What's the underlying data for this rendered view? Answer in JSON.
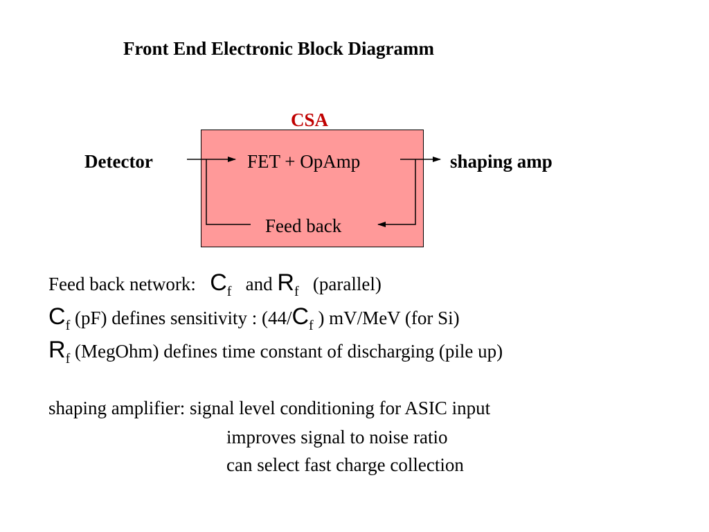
{
  "title": "Front End Electronic Block Diagramm",
  "diagram": {
    "csa_label": "CSA",
    "detector": "Detector",
    "fet_opamp": "FET + OpAmp",
    "shaping_amp": "shaping amp",
    "feedback": "Feed back",
    "box_color": "#ff9999",
    "csa_color": "#c00000"
  },
  "body": {
    "line1": {
      "prefix": "Feed back network:",
      "c_main": "C",
      "c_sub": "f",
      "and": "and",
      "r_main": "R",
      "r_sub": "f",
      "suffix": "(parallel)"
    },
    "line2": {
      "c_main": "C",
      "c_sub": "f",
      "text_a": "(pF)  defines sensitivity : (44/",
      "c2_main": "C",
      "c2_sub": "f",
      "text_b": ")  mV/MeV  (for Si)"
    },
    "line3": {
      "r_main": "R",
      "r_sub": "f",
      "text": "(MegOhm)  defines time constant of discharging (pile up)"
    },
    "shaping": {
      "line1": "shaping amplifier: signal level conditioning for ASIC input",
      "line2": "improves signal to noise ratio",
      "line3": "can select fast charge collection"
    }
  }
}
